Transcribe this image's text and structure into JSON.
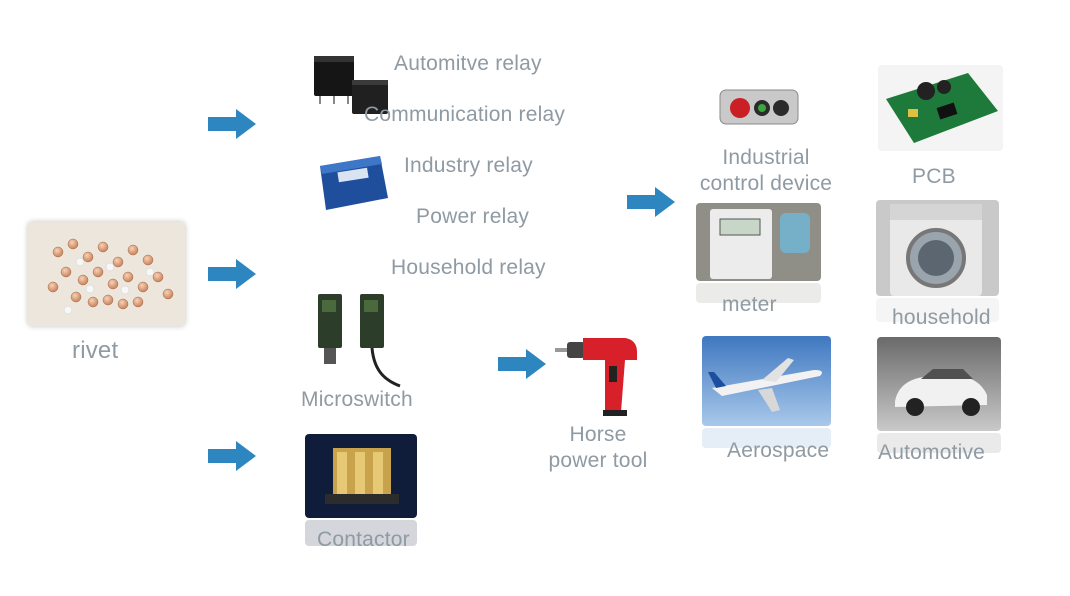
{
  "source": {
    "label": "rivet"
  },
  "relays": {
    "automotive": "Automitve relay",
    "communication": "Communication relay",
    "industry": "Industry relay",
    "power": "Power relay",
    "household": "Household relay"
  },
  "components": {
    "microswitch": "Microswitch",
    "contactor": "Contactor"
  },
  "tool": {
    "line1": "Horse",
    "line2": "power tool"
  },
  "applications": {
    "industrial_line1": "Industrial",
    "industrial_line2": "control device",
    "pcb": "PCB",
    "meter": "meter",
    "household": "household",
    "aerospace": "Aerospace",
    "automotive": "Automotive"
  },
  "colors": {
    "arrow": "#2e86c1",
    "label": "#8f9aa3"
  }
}
